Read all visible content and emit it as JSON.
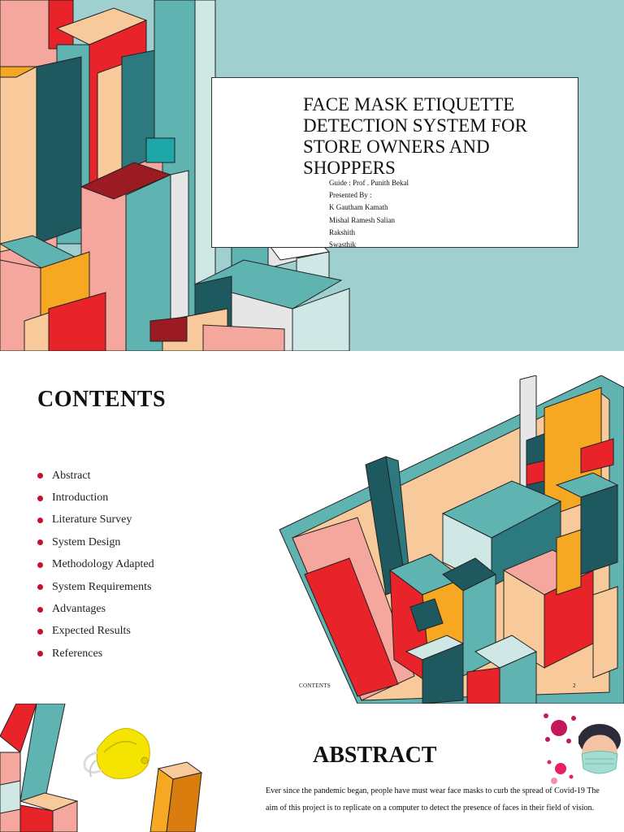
{
  "slide1": {
    "title": "FACE MASK ETIQUETTE DETECTION SYSTEM FOR STORE OWNERS AND SHOPPERS",
    "guide": "Guide : Prof . Punith Bekal",
    "presented_by": "Presented By :",
    "presenters": [
      "K Gautham Kamath",
      "Mishal Ramesh Salian",
      "Rakshith",
      "Swasthik"
    ]
  },
  "slide2": {
    "heading": "CONTENTS",
    "items": [
      "Abstract",
      "Introduction",
      "Literature Survey",
      "System Design",
      "Methodology Adapted",
      "System Requirements",
      "Advantages",
      "Expected Results",
      "References"
    ],
    "footer_label": "CONTENTS",
    "page_number": "2"
  },
  "slide3": {
    "heading": "ABSTRACT",
    "text": "Ever since the pandemic began, people have must wear face masks to curb the spread of Covid-19 The aim of this project is to replicate on a computer to detect the presence of faces in their field of vision."
  },
  "colors": {
    "teal_bg": "#9fd0cf",
    "red": "#e8232a",
    "dark_teal": "#1f5960",
    "orange": "#f7a823",
    "peach": "#f8c99a",
    "pink": "#f3a39a",
    "bullet": "#c8102e"
  },
  "icons": [
    "mask-icon",
    "virus-icon",
    "masked-person-icon"
  ]
}
